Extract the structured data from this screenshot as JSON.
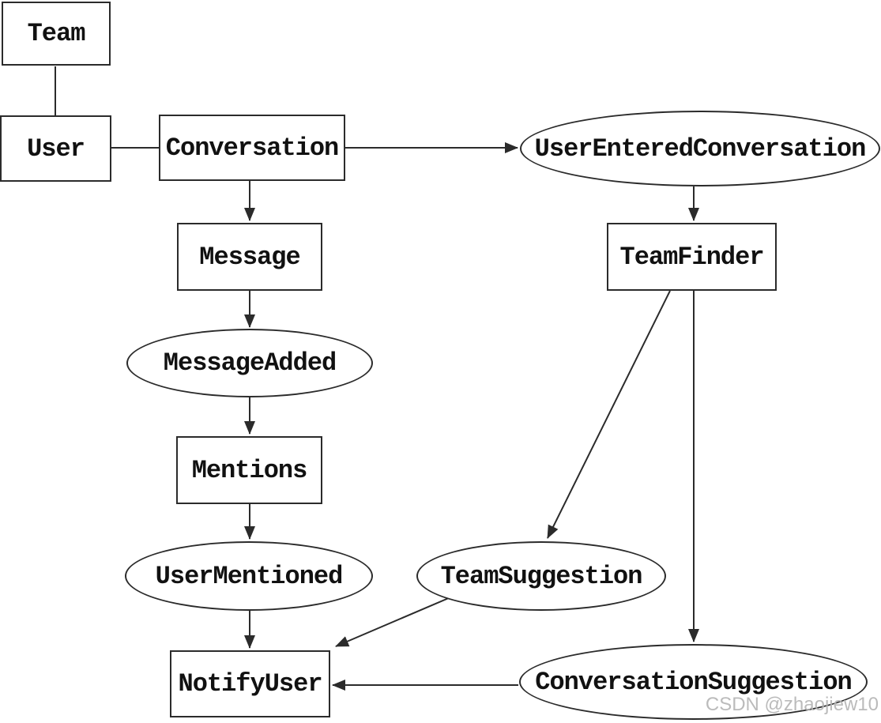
{
  "diagram": {
    "colors": {
      "stroke": "#2b2b2b",
      "text": "#111111",
      "background": "#ffffff",
      "watermark": "#b4b4b4"
    },
    "nodes": [
      {
        "id": "team",
        "label": "Team",
        "shape": "box"
      },
      {
        "id": "user",
        "label": "User",
        "shape": "box"
      },
      {
        "id": "conversation",
        "label": "Conversation",
        "shape": "box"
      },
      {
        "id": "user-entered-conversation",
        "label": "UserEnteredConversation",
        "shape": "ellipse"
      },
      {
        "id": "message",
        "label": "Message",
        "shape": "box"
      },
      {
        "id": "team-finder",
        "label": "TeamFinder",
        "shape": "box"
      },
      {
        "id": "message-added",
        "label": "MessageAdded",
        "shape": "ellipse"
      },
      {
        "id": "mentions",
        "label": "Mentions",
        "shape": "box"
      },
      {
        "id": "user-mentioned",
        "label": "UserMentioned",
        "shape": "ellipse"
      },
      {
        "id": "team-suggestion",
        "label": "TeamSuggestion",
        "shape": "ellipse"
      },
      {
        "id": "notify-user",
        "label": "NotifyUser",
        "shape": "box"
      },
      {
        "id": "conversation-suggestion",
        "label": "ConversationSuggestion",
        "shape": "ellipse"
      }
    ],
    "edges": [
      {
        "from": "team",
        "to": "user",
        "arrow": false
      },
      {
        "from": "user",
        "to": "conversation",
        "arrow": false
      },
      {
        "from": "conversation",
        "to": "user-entered-conversation",
        "arrow": true
      },
      {
        "from": "conversation",
        "to": "message",
        "arrow": true
      },
      {
        "from": "message",
        "to": "message-added",
        "arrow": true
      },
      {
        "from": "message-added",
        "to": "mentions",
        "arrow": true
      },
      {
        "from": "mentions",
        "to": "user-mentioned",
        "arrow": true
      },
      {
        "from": "user-mentioned",
        "to": "notify-user",
        "arrow": true
      },
      {
        "from": "user-entered-conversation",
        "to": "team-finder",
        "arrow": true
      },
      {
        "from": "team-finder",
        "to": "team-suggestion",
        "arrow": true
      },
      {
        "from": "team-finder",
        "to": "conversation-suggestion",
        "arrow": true
      },
      {
        "from": "team-suggestion",
        "to": "notify-user",
        "arrow": true
      },
      {
        "from": "conversation-suggestion",
        "to": "notify-user",
        "arrow": true
      }
    ]
  },
  "watermark": {
    "text": "CSDN @zhaojiew10",
    "color": "#b4b4b4"
  }
}
